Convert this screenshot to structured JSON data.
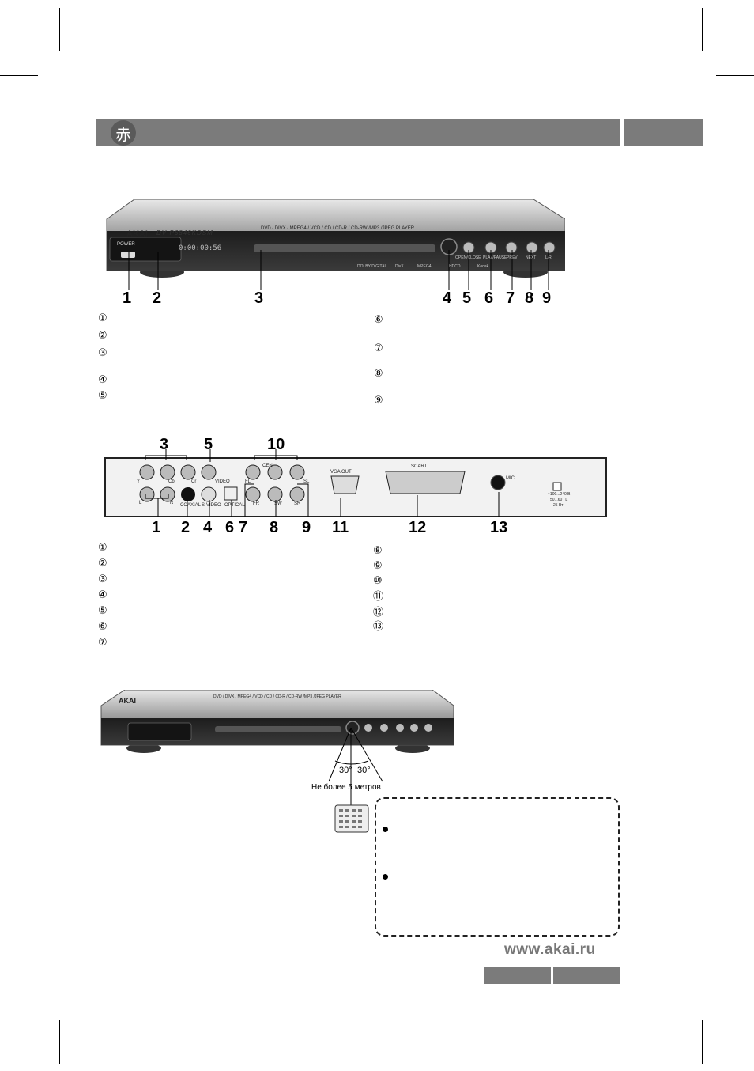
{
  "brand": "AKAI",
  "model": "DV-P6846KDSM",
  "formats_line": "DVD / DIVX / MPEG4 / VCD / CD / CD-R / CD-RW /MP3 /JPEG PLAYER",
  "front_panel": {
    "power_label": "POWER",
    "display_text": "0:00:00:56",
    "buttons": [
      "OPEN/CLOSE",
      "PLAY/PAUSE",
      "PREV",
      "NEXT",
      "L/R"
    ],
    "logos": [
      "DOLBY DIGITAL",
      "DivX",
      "MPEG4",
      "HDCD",
      "Kodak"
    ],
    "callouts": [
      "1",
      "2",
      "3",
      "4",
      "5",
      "6",
      "7",
      "8",
      "9"
    ]
  },
  "front_list_left": [
    "①",
    "②",
    "③",
    "④",
    "⑤"
  ],
  "front_list_right": [
    "⑥",
    "⑦",
    "⑧",
    "⑨"
  ],
  "rear_panel": {
    "labels": [
      "Y",
      "Cb",
      "Cr",
      "VIDEO",
      "L",
      "R",
      "COAXIAL",
      "S-VIDEO",
      "OPTICAL",
      "CEN",
      "FL",
      "FR",
      "SW",
      "SR",
      "SL",
      "VGA OUT",
      "SCART",
      "MIC"
    ],
    "power_spec": [
      "~100...240 В",
      "50...60 Гц",
      "25 Вт"
    ],
    "callouts_top": [
      "3",
      "5",
      "10"
    ],
    "callouts_bottom": [
      "1",
      "2",
      "4",
      "6",
      "7",
      "8",
      "9",
      "11",
      "12",
      "13"
    ]
  },
  "rear_list_left": [
    "①",
    "②",
    "③",
    "④",
    "⑤",
    "⑥",
    "⑦"
  ],
  "rear_list_right": [
    "⑧",
    "⑨",
    "⑩",
    "⑪",
    "⑫",
    "⑬"
  ],
  "remote_diagram": {
    "angle_left": "30°",
    "angle_right": "30°",
    "distance": "Не более 5 метров"
  },
  "header_icon": "赤",
  "website": "www.akai.ru",
  "colors": {
    "bar": "#7b7b7b",
    "panel_dark": "#2b2b2b",
    "silver": "#c9c9c9"
  }
}
